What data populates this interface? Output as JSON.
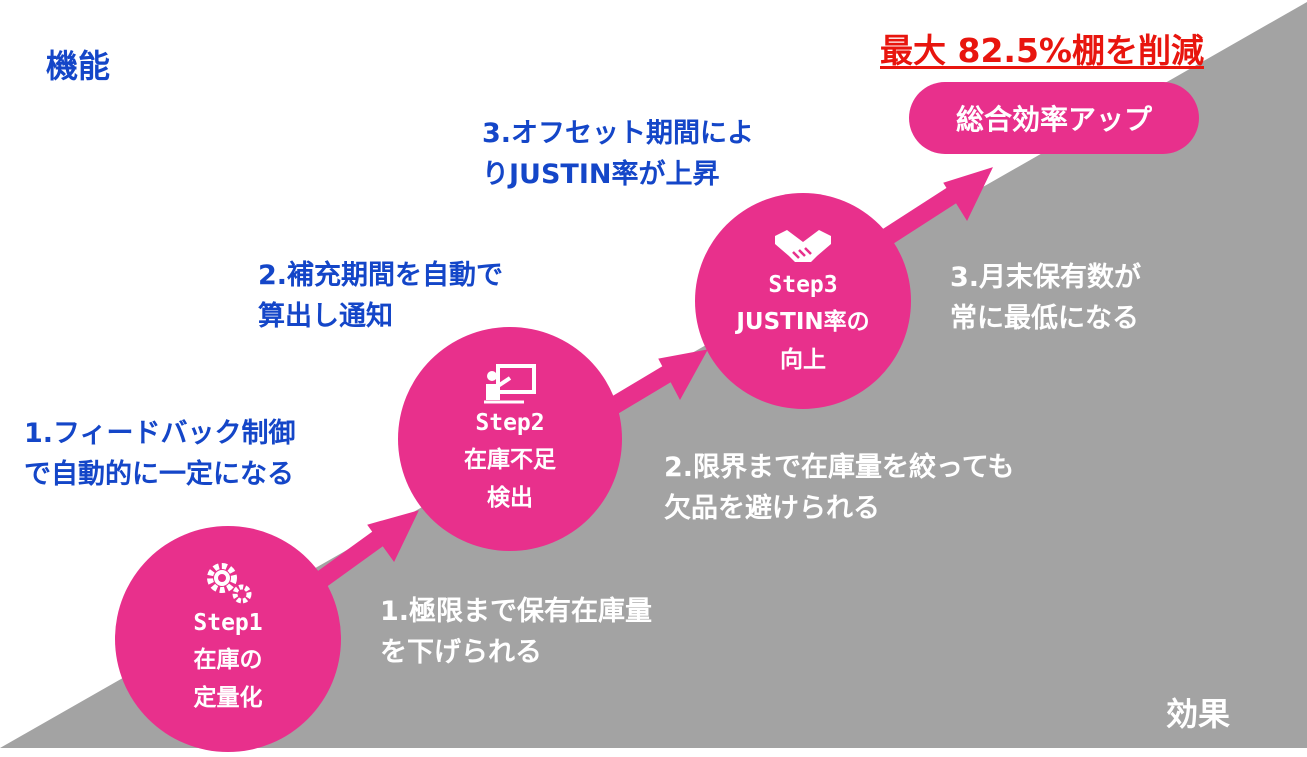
{
  "labels": {
    "function": "機能",
    "effect": "効果"
  },
  "headline": "最大 82.5%棚を削減",
  "goal": "総合効率アップ",
  "steps": [
    {
      "label": "Step1",
      "text": "在庫の\n定量化",
      "icon": "gears-icon"
    },
    {
      "label": "Step2",
      "text": "在庫不足\n検出",
      "icon": "presentation-icon"
    },
    {
      "label": "Step3",
      "text": "JUSTIN率の\n向上",
      "icon": "handshake-icon"
    }
  ],
  "functions": [
    "1.フィードバック制御\nで自動的に一定になる",
    "2.補充期間を自動で\n算出し通知",
    "3.オフセット期間によ\nりJUSTIN率が上昇"
  ],
  "effects": [
    "1.極限まで保有在庫量\nを下げられる",
    "2.限界まで在庫量を絞っても\n欠品を避けられる",
    "3.月末保有数が\n常に最低になる"
  ],
  "colors": {
    "accent": "#e8308c",
    "function_text": "#1446c8",
    "headline": "#e8150e",
    "effect_area": "#a3a3a3"
  }
}
